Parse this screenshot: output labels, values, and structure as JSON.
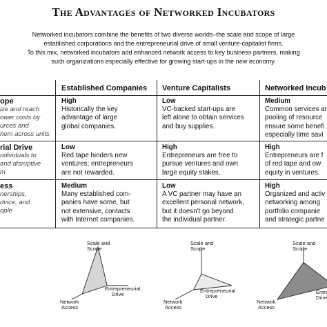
{
  "title": "The Advantages of Networked Incubators",
  "intro": [
    "Networked incubators combine the benefits of two diverse worlds–the scale and scope of large",
    "established corporations and the entrepreneurial drive of small venture-capitalist firms.",
    "To this mix, networked incubators add enhanced network access to key business partners, making",
    "such organizations especially effective for growing start-ups in the new economy."
  ],
  "columns": [
    "Established Companies",
    "Venture Capitalists",
    "Networked Incub"
  ],
  "rows": [
    {
      "title": "ope",
      "desc": [
        "ize and reach",
        "ower costs by",
        "urces and",
        "hem across units"
      ],
      "cells": [
        {
          "level": "High",
          "text": [
            "Historically the key",
            "advantage of large",
            "global companies."
          ]
        },
        {
          "level": "Low",
          "text": [
            "VC-backed start-ups are",
            "left alone to obtain services",
            "and buy supplies."
          ]
        },
        {
          "level": "Medium",
          "text": [
            "Common services and",
            "pooling of resource",
            "ensure some benefi",
            "especially time savi"
          ]
        }
      ]
    },
    {
      "title": "rial Drive",
      "desc": [
        "ndividuals to",
        "and disruptive",
        "m"
      ],
      "cells": [
        {
          "level": "Low",
          "text": [
            "Red tape hinders new",
            "ventures; entrepreneurs",
            "are not rewarded."
          ]
        },
        {
          "level": "High",
          "text": [
            "Entrepreneurs are free to",
            "pursue ventures and own",
            "large equity stakes."
          ]
        },
        {
          "level": "High",
          "text": [
            "Entrepreneurs are f",
            "of red tape and ow",
            "equity in ventures."
          ]
        }
      ]
    },
    {
      "title": "ess",
      "desc": [
        "nerships,",
        "dvice, and",
        "ople"
      ],
      "cells": [
        {
          "level": "Medium",
          "text": [
            "Many established com-",
            "panies have some, but",
            "not extensive, contacts",
            "with Internet companies."
          ]
        },
        {
          "level": "Low",
          "text": [
            "A VC partner may have an",
            "excellent personal network,",
            "but it doesn't go beyond",
            "the individual partner."
          ]
        },
        {
          "level": "High",
          "text": [
            "Organized and activ",
            "networking among",
            "portfolio companie",
            "and strategic partne"
          ]
        }
      ]
    }
  ],
  "diagram_labels": {
    "scale": [
      "Scale and",
      "Scope"
    ],
    "entrepreneurial": [
      "Entrepreneurial",
      "Drive"
    ],
    "network": [
      "Network",
      "Access"
    ]
  },
  "diagram_labels_partial": {
    "entrepreneurial": [
      "Entre",
      "Drive"
    ]
  },
  "diagrams": [
    {
      "name": "Established Companies",
      "fill": "#d6d6d6",
      "levels": {
        "scale": "High",
        "entrepreneurial": "Low",
        "network": "Medium"
      }
    },
    {
      "name": "Venture Capitalists",
      "fill": "#ececec",
      "levels": {
        "scale": "Low",
        "entrepreneurial": "High",
        "network": "Low"
      }
    },
    {
      "name": "Networked Incubators",
      "fill": "#8c8c8c",
      "levels": {
        "scale": "Medium",
        "entrepreneurial": "High",
        "network": "High"
      }
    }
  ]
}
